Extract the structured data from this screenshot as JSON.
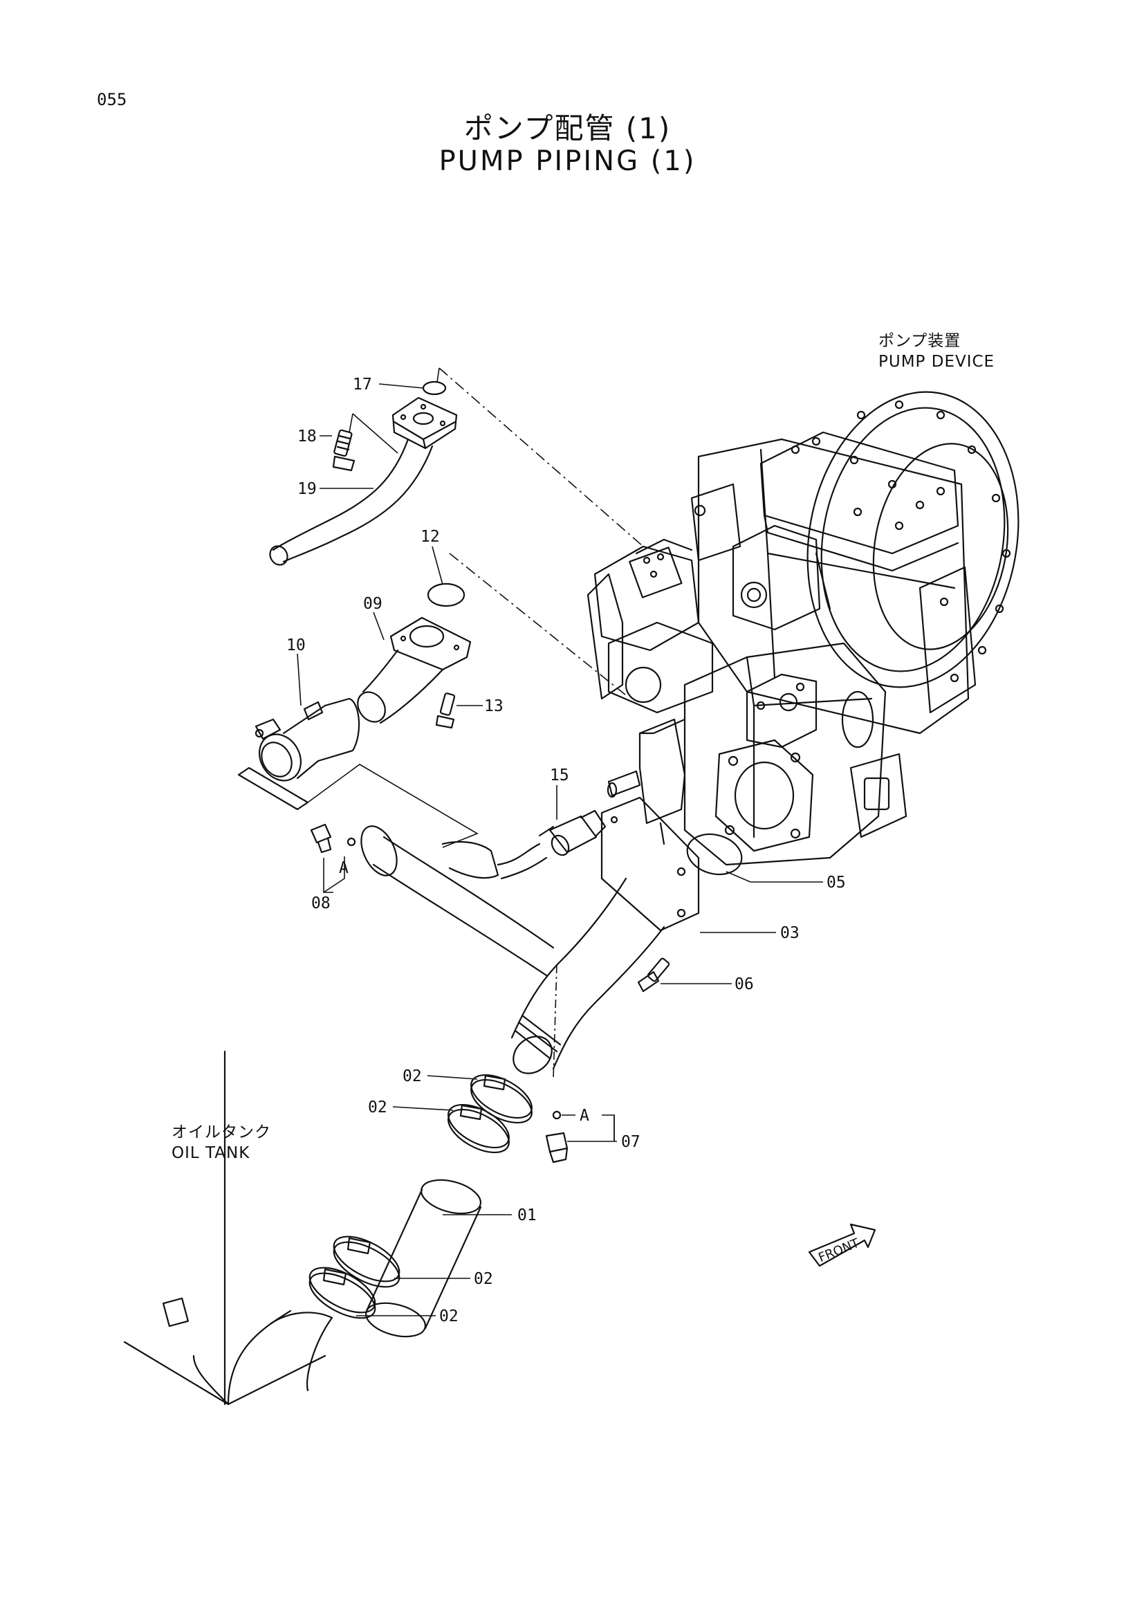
{
  "header": {
    "page_number": "055",
    "title_jp": "ポンプ配管 (1)",
    "title_en": "PUMP PIPING (1)"
  },
  "labels": {
    "pump_device_jp": "ポンプ装置",
    "pump_device_en": "PUMP DEVICE",
    "oil_tank_jp": "オイルタンク",
    "oil_tank_en": "OIL TANK",
    "front": "FRONT"
  },
  "callouts": {
    "c17": "17",
    "c18": "18",
    "c19": "19",
    "c12": "12",
    "c09": "09",
    "c10": "10",
    "c13": "13",
    "c15": "15",
    "c05": "05",
    "c08": "08",
    "c08_a": "A",
    "c03": "03",
    "c06": "06",
    "c02a": "02",
    "c02b": "02",
    "c07": "07",
    "c07_a": "A",
    "c01": "01",
    "c02c": "02",
    "c02d": "02"
  }
}
